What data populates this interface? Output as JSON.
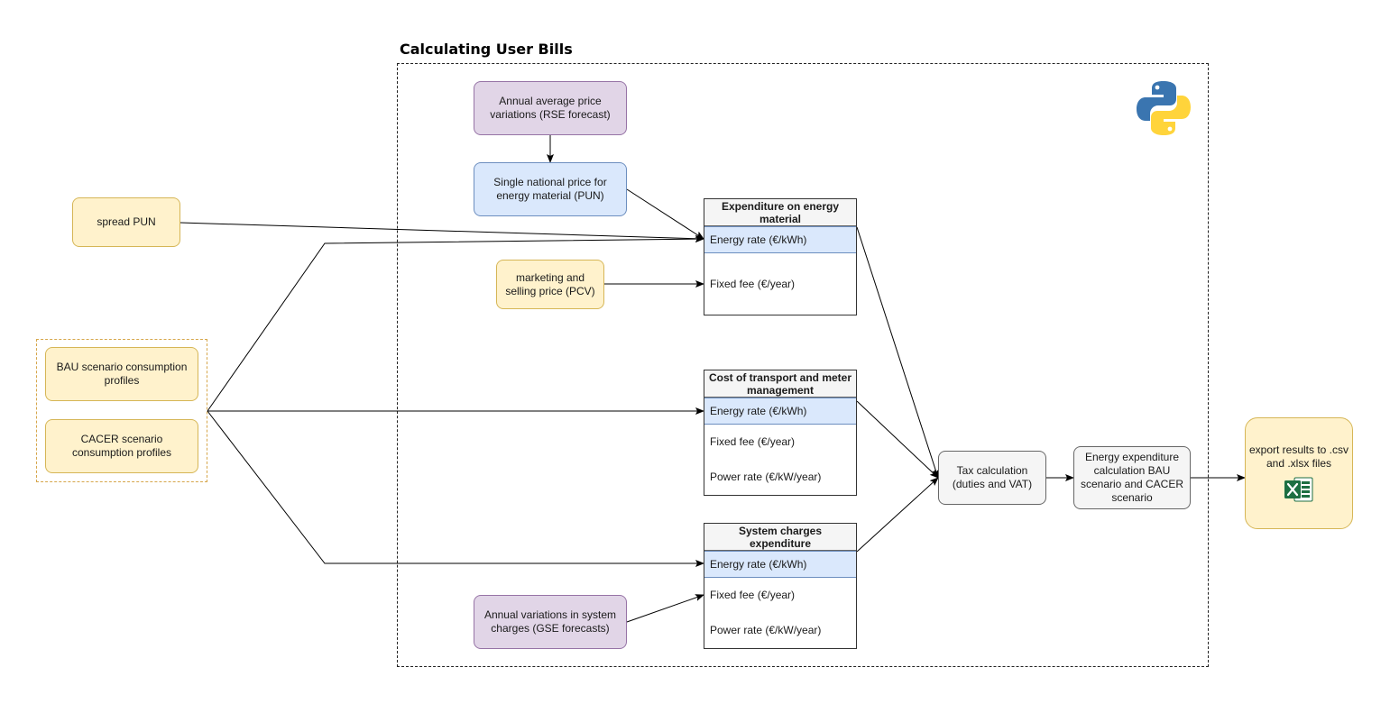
{
  "title": "Calculating User Bills",
  "nodes": {
    "rse": "Annual average price variations (RSE forecast)",
    "pun": "Single national price for energy material (PUN)",
    "spread": "spread PUN",
    "pcv": "marketing and selling price (PCV)",
    "bau": "BAU scenario consumption profiles",
    "cacer": "CACER scenario consumption profiles",
    "gse": "Annual variations in system charges (GSE forecasts)",
    "tax": "Tax calculation (duties and VAT)",
    "expenditure_calc": "Energy expenditure calculation BAU scenario and CACER scenario",
    "export": "export results to .csv and .xlsx files"
  },
  "tables": {
    "energy_material": {
      "header": "Expenditure on energy material",
      "rows": [
        "Energy rate (€/kWh)",
        "Fixed fee (€/year)"
      ]
    },
    "transport": {
      "header": "Cost of transport and meter management",
      "rows": [
        "Energy rate (€/kWh)",
        "Fixed fee (€/year)",
        "Power rate (€/kW/year)"
      ]
    },
    "system": {
      "header": "System charges expenditure",
      "rows": [
        "Energy rate (€/kWh)",
        "Fixed fee (€/year)",
        "Power rate (€/kW/year)"
      ]
    }
  },
  "icons": {
    "python": "python-logo-icon",
    "excel": "excel-file-icon"
  },
  "colors": {
    "yellow_fill": "#fff2cc",
    "purple_fill": "#e1d5e7",
    "blue_fill": "#dae8fc",
    "gray_fill": "#f5f5f5",
    "python_blue": "#3a75b0",
    "python_yellow": "#ffd43b",
    "excel_green": "#1d6f42"
  }
}
